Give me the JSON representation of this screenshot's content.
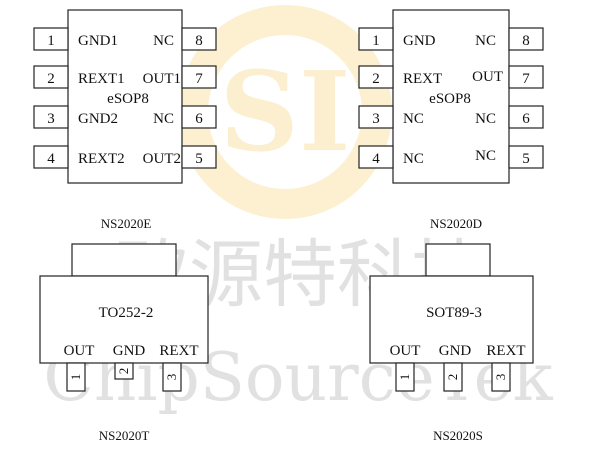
{
  "colors": {
    "logo_yellow": "#f6c85a",
    "watermark_grey": "#c9c9c9",
    "line": "#222222",
    "text": "#111111"
  },
  "watermark": {
    "logo_text": "SI",
    "chinese": "矽源特科技",
    "latin": "ChipSourceTek"
  },
  "packages": {
    "ns2020e": {
      "caption": "NS2020E",
      "body_label": "eSOP8",
      "left_pins": [
        {
          "num": "1",
          "name": "GND1"
        },
        {
          "num": "2",
          "name": "REXT1"
        },
        {
          "num": "3",
          "name": "GND2"
        },
        {
          "num": "4",
          "name": "REXT2"
        }
      ],
      "right_pins": [
        {
          "num": "8",
          "name": "NC"
        },
        {
          "num": "7",
          "name": "OUT1"
        },
        {
          "num": "6",
          "name": "NC"
        },
        {
          "num": "5",
          "name": "OUT2"
        }
      ]
    },
    "ns2020d": {
      "caption": "NS2020D",
      "body_label": "eSOP8",
      "left_pins": [
        {
          "num": "1",
          "name": "GND"
        },
        {
          "num": "2",
          "name": "REXT"
        },
        {
          "num": "3",
          "name": "NC"
        },
        {
          "num": "4",
          "name": "NC"
        }
      ],
      "right_pins": [
        {
          "num": "8",
          "name": "NC"
        },
        {
          "num": "7",
          "name": "OUT"
        },
        {
          "num": "6",
          "name": "NC"
        },
        {
          "num": "5",
          "name": "NC"
        }
      ]
    },
    "ns2020t": {
      "caption": "NS2020T",
      "body_label": "TO252-2",
      "pins": [
        {
          "num": "1",
          "name": "OUT"
        },
        {
          "num": "2",
          "name": "GND"
        },
        {
          "num": "3",
          "name": "REXT"
        }
      ]
    },
    "ns2020s": {
      "caption": "NS2020S",
      "body_label": "SOT89-3",
      "pins": [
        {
          "num": "1",
          "name": "OUT"
        },
        {
          "num": "2",
          "name": "GND"
        },
        {
          "num": "3",
          "name": "REXT"
        }
      ]
    }
  }
}
